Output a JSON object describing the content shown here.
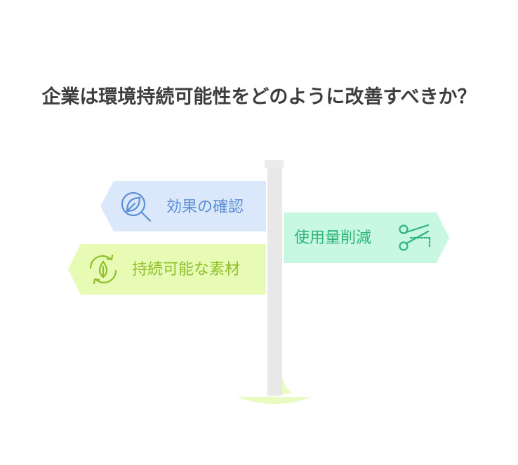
{
  "title": "企業は環境持続可能性をどのように改善すべきか？",
  "signs": [
    {
      "label": "効果の確認",
      "icon": "leaf-magnifier-icon",
      "color": "#5b8fd6",
      "fill": "#dbe8fc",
      "direction": "left"
    },
    {
      "label": "使用量削減",
      "icon": "scissors-icon",
      "color": "#2fb57a",
      "fill": "#c8f8e2",
      "direction": "right"
    },
    {
      "label": "持続可能な素材",
      "icon": "recycle-leaf-icon",
      "color": "#8fbf2a",
      "fill": "#e7fbb5",
      "direction": "left"
    }
  ]
}
